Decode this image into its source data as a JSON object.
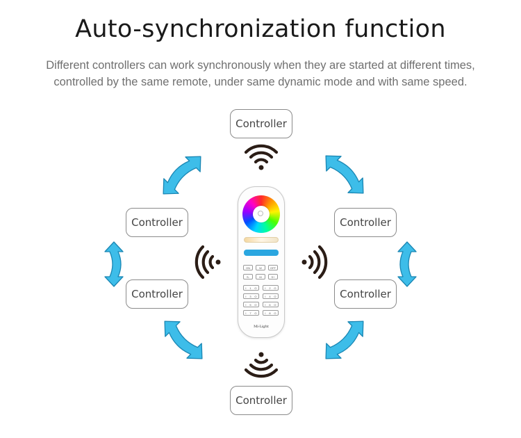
{
  "title": "Auto-synchronization function",
  "subtitle_line1": "Different controllers can work synchronously when they are started at different times,",
  "subtitle_line2": "controlled by the same remote, under same dynamic mode and with same speed.",
  "controllers": [
    "Controller",
    "Controller",
    "Controller",
    "Controller",
    "Controller",
    "Controller"
  ],
  "remote": {
    "brand": "Mi-Light",
    "buttons_row1": [
      "ON",
      "W",
      "OFF"
    ],
    "buttons_row2": [
      "S-",
      "M",
      "S+"
    ],
    "zone_on": "I",
    "zone_num": [
      "1",
      "2",
      "3",
      "4",
      "5",
      "6",
      "7",
      "8"
    ],
    "zone_off": "O"
  },
  "colors": {
    "arrow_fill": "#3dbde9",
    "arrow_stroke": "#1a86b3",
    "wifi": "#2b1d16",
    "border": "#8a8a8a"
  }
}
